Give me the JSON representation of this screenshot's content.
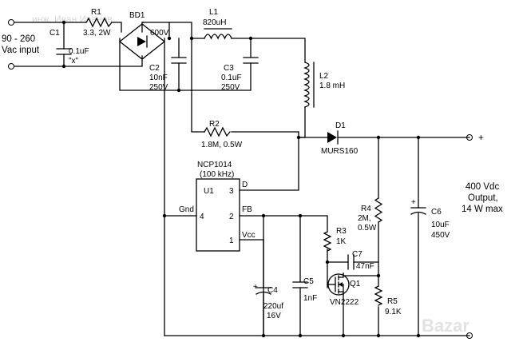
{
  "input": {
    "voltage": "90 - 260",
    "label": "Vac input"
  },
  "output": {
    "voltage": "400 Vdc",
    "label": "Output,",
    "power": "14 W max",
    "plus": "+"
  },
  "watermark": {
    "author": "инж. Иван Иванов",
    "site": "Bazar"
  },
  "components": {
    "C1": {
      "ref": "C1",
      "value": "0.1uF",
      "note": "\"x\""
    },
    "R1": {
      "ref": "R1",
      "value": "3.3, 2W"
    },
    "BD1": {
      "ref": "BD1",
      "value": "600V"
    },
    "L1": {
      "ref": "L1",
      "value": "820uH"
    },
    "C2": {
      "ref": "C2",
      "value": "10nF",
      "rating": "250V"
    },
    "C3": {
      "ref": "C3",
      "value": "0.1uF",
      "rating": "250V"
    },
    "L2": {
      "ref": "L2",
      "value": "1.8 mH"
    },
    "R2": {
      "ref": "R2",
      "value": "1.8M, 0.5W"
    },
    "D1": {
      "ref": "D1",
      "value": "MURS160"
    },
    "U1": {
      "ref": "U1",
      "part": "NCP1014",
      "freq": "(100 kHz)",
      "pins": {
        "gnd_label": "Gnd",
        "gnd_num": "4",
        "fb_num": "2",
        "fb_label": "FB",
        "d_num": "3",
        "d_label": "D",
        "vcc_num": "1",
        "vcc_label": "Vcc"
      }
    },
    "R3": {
      "ref": "R3",
      "value": "1K"
    },
    "R4": {
      "ref": "R4",
      "value": "2M,",
      "rating": "0.5W"
    },
    "C6": {
      "ref": "C6",
      "value": "10uF",
      "rating": "450V"
    },
    "C7": {
      "ref": "C7",
      "value": "47nF"
    },
    "C4": {
      "ref": "C4",
      "value": "220uf",
      "rating": "16V"
    },
    "C5": {
      "ref": "C5",
      "value": "1nF"
    },
    "Q1": {
      "ref": "Q1",
      "value": "VN2222"
    },
    "R5": {
      "ref": "R5",
      "value": "9.1K"
    }
  },
  "signs": {
    "plus": "+"
  }
}
